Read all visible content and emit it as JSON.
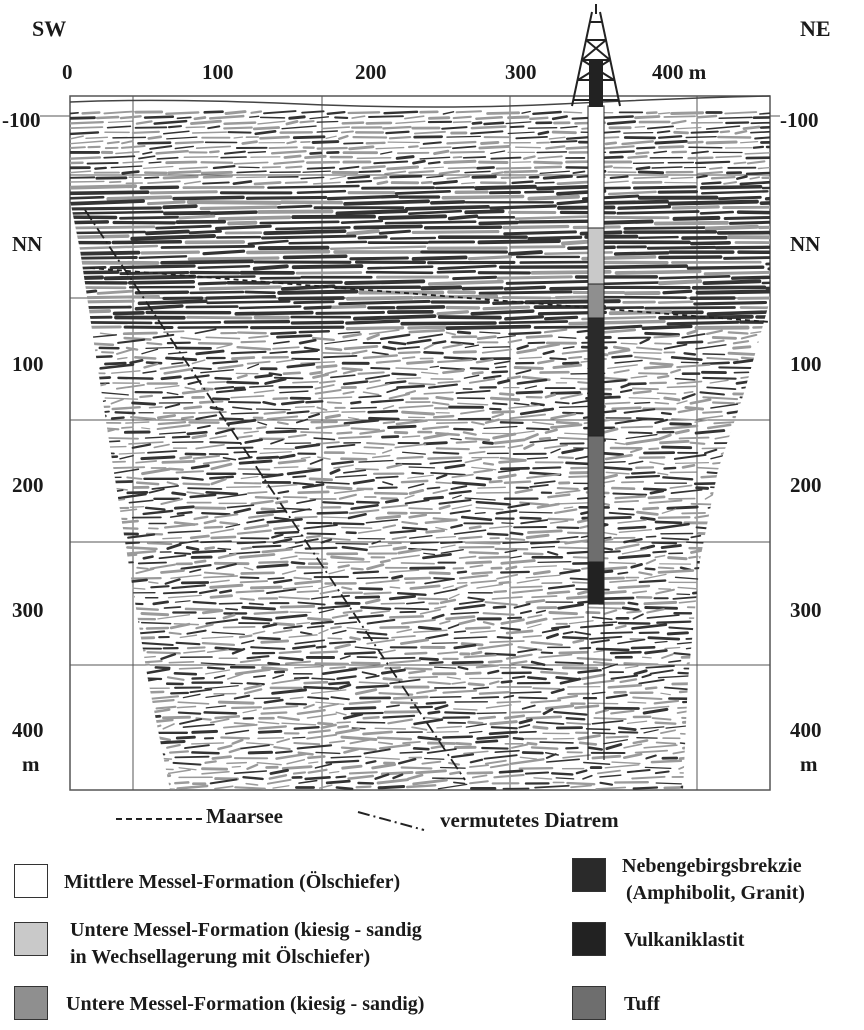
{
  "directions": {
    "left": "SW",
    "right": "NE"
  },
  "x_axis": {
    "ticks": [
      {
        "value": 0,
        "label": "0"
      },
      {
        "value": 100,
        "label": "100"
      },
      {
        "value": 200,
        "label": "200"
      },
      {
        "value": 300,
        "label": "300"
      },
      {
        "value": 400,
        "label": "400 m"
      }
    ]
  },
  "depth_axis": {
    "left": [
      {
        "label": "-100",
        "unit": ""
      },
      {
        "label": "NN",
        "unit": ""
      },
      {
        "label": "100",
        "unit": ""
      },
      {
        "label": "200",
        "unit": ""
      },
      {
        "label": "300",
        "unit": ""
      },
      {
        "label": "400",
        "unit": "m"
      }
    ],
    "right": [
      {
        "label": "-100",
        "unit": ""
      },
      {
        "label": "NN",
        "unit": ""
      },
      {
        "label": "100",
        "unit": ""
      },
      {
        "label": "200",
        "unit": ""
      },
      {
        "label": "300",
        "unit": ""
      },
      {
        "label": "400",
        "unit": "m"
      }
    ]
  },
  "line_legend": {
    "maarsee": "Maarsee",
    "diatrem": "vermutetes Diatrem"
  },
  "legend": {
    "mittlere": "Mittlere Messel-Formation (Ölschiefer)",
    "untere_wechsel_1": "Untere Messel-Formation (kiesig - sandig",
    "untere_wechsel_2": "in Wechsellagerung mit  Ölschiefer)",
    "untere_kiesig": "Untere Messel-Formation (kiesig - sandig)",
    "neben_1": "Nebengebirgsbrekzie",
    "neben_2": "(Amphibolit, Granit)",
    "vulkan": "Vulkaniklastit",
    "tuff": "Tuff"
  },
  "colors": {
    "mittlere": "#ffffff",
    "untere_wechsel": "#c9c9c9",
    "untere_kiesig": "#8f8f8f",
    "neben": "#2a2a2a",
    "vulkan": "#222222",
    "tuff": "#6e6e6e",
    "seismic_dark": "#333333",
    "seismic_light": "#9a9a9a"
  },
  "drill_core": [
    {
      "unit": "mittlere",
      "color_key": "mittlere"
    },
    {
      "unit": "untere_wechsel",
      "color_key": "untere_wechsel"
    },
    {
      "unit": "untere_kiesig",
      "color_key": "untere_kiesig"
    },
    {
      "unit": "neben",
      "color_key": "neben"
    },
    {
      "unit": "tuff",
      "color_key": "tuff"
    },
    {
      "unit": "vulkan",
      "color_key": "vulkan"
    }
  ]
}
